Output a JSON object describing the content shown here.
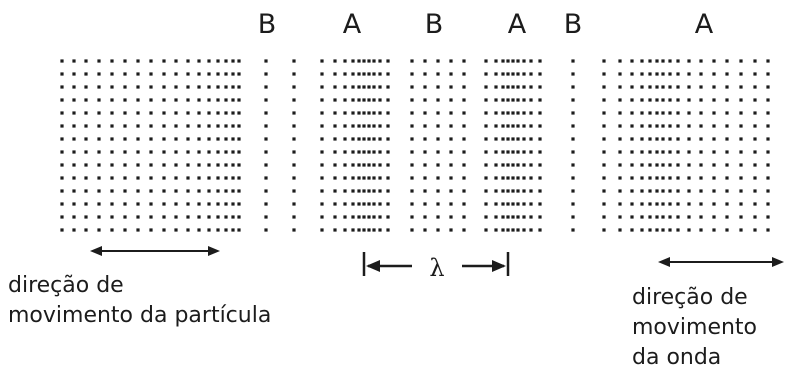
{
  "region_labels": [
    "B",
    "A",
    "B",
    "A",
    "B",
    "A"
  ],
  "wavelength_symbol": "λ",
  "caption_particle": [
    "direção de",
    "movimento da partícula"
  ],
  "caption_wave": [
    "direção de",
    "movimento",
    "da onda"
  ],
  "colors": {
    "ink": "#1c1c1c",
    "background": "#ffffff"
  }
}
